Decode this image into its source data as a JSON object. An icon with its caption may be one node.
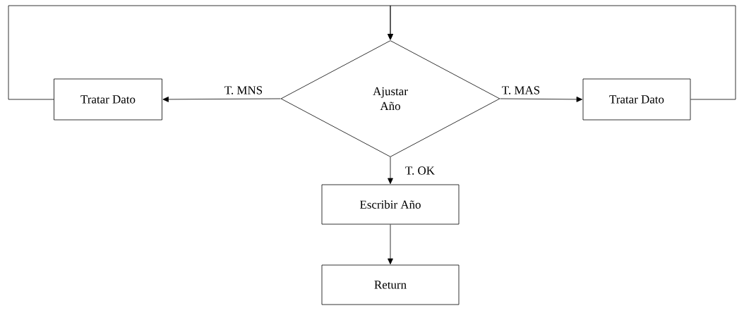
{
  "diagram": {
    "nodes": [
      {
        "text": [
          "Tratar Dato"
        ]
      },
      {
        "text": [
          "Ajustar Año"
        ]
      },
      {
        "text": [
          "Tratar Dato"
        ]
      },
      {
        "text": [
          "Escribir Año"
        ]
      },
      {
        "text": [
          "Return"
        ]
      }
    ],
    "edges": [
      {
        "from": 1,
        "to": 0,
        "arrow": "to",
        "label": "T. MNS"
      },
      {
        "from": 1,
        "to": 2,
        "arrow": "to",
        "label": "T. MAS"
      },
      {
        "from": 1,
        "to": 3,
        "arrow": "to",
        "label": "T. OK"
      },
      {
        "from": 3,
        "to": 4,
        "arrow": "to"
      },
      {
        "from": 0,
        "to": 1,
        "arrow": "to"
      },
      {
        "from": 2,
        "to": 1,
        "arrow": "to"
      }
    ]
  }
}
